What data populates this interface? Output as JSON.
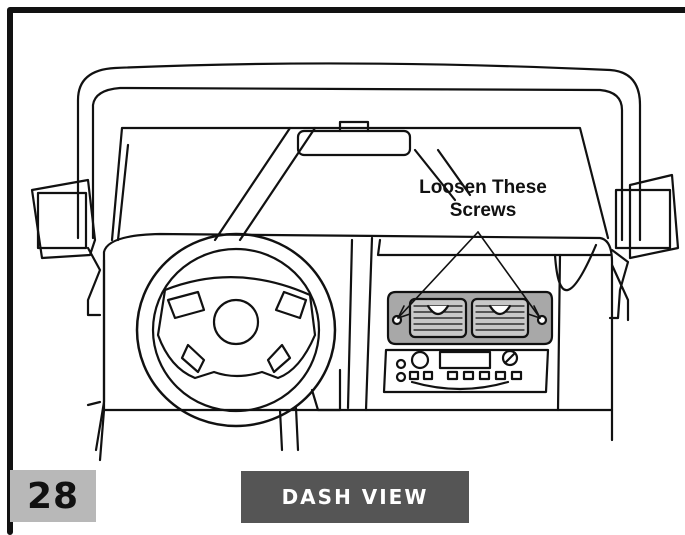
{
  "step": {
    "number": "28"
  },
  "view": {
    "label": "DASH VIEW"
  },
  "callout": {
    "line1": "Loosen These",
    "line2": "Screws"
  }
}
